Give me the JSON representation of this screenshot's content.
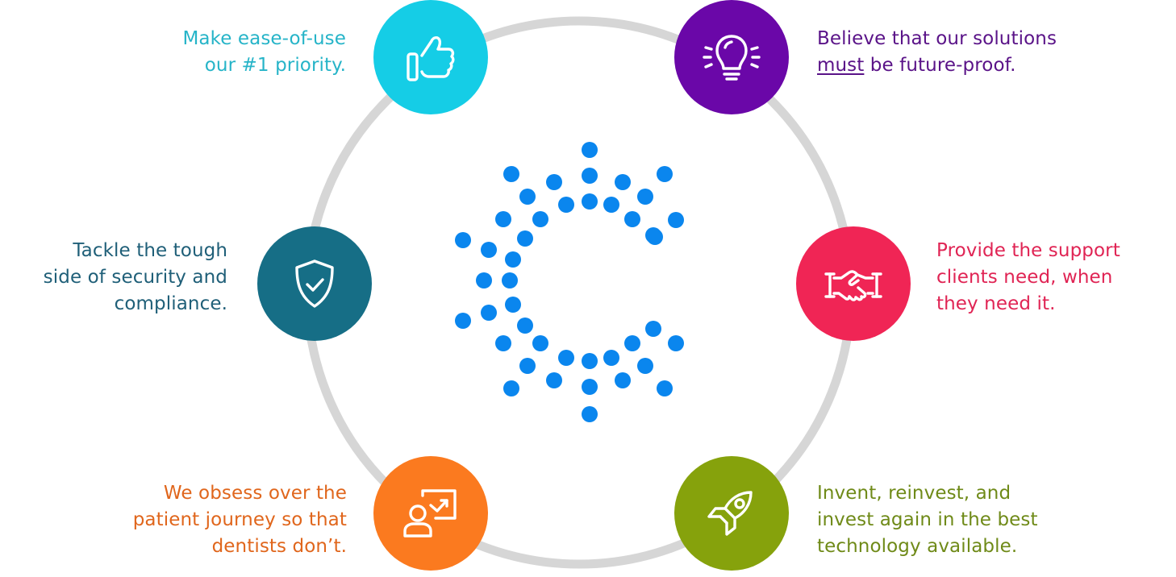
{
  "colors": {
    "ring": "#d6d6d6",
    "ease": "#15cde6",
    "future": "#6a07a8",
    "security": "#166e86",
    "support": "#f02555",
    "patient": "#fb7a1f",
    "technology": "#86a20c",
    "logo": "#0a86ee"
  },
  "values": {
    "ease": {
      "icon": "thumbs-up-icon",
      "lines": [
        "Make ease-of-use",
        "our #1 priority."
      ]
    },
    "future": {
      "icon": "lightbulb-icon",
      "line1": "Believe that our solutions",
      "line2_emphasis": "must",
      "line2_rest": " be future-proof."
    },
    "security": {
      "icon": "shield-check-icon",
      "lines": [
        "Tackle the tough",
        "side of security and",
        "compliance."
      ]
    },
    "support": {
      "icon": "handshake-icon",
      "lines": [
        "Provide the support",
        "clients need, when",
        "they need it."
      ]
    },
    "patient": {
      "icon": "presenter-icon",
      "lines": [
        "We obsess over the",
        "patient journey so that",
        "dentists don’t."
      ]
    },
    "technology": {
      "icon": "rocket-icon",
      "lines": [
        "Invent, reinvest, and",
        "invest again in the best",
        "technology available."
      ]
    }
  }
}
